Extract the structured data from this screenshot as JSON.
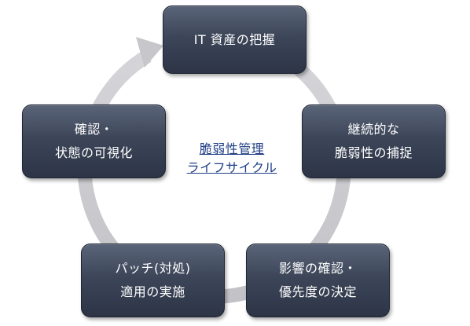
{
  "stages": [
    {
      "lines": [
        "IT 資産の把握"
      ]
    },
    {
      "lines": [
        "継続的な",
        "脆弱性の捕捉"
      ]
    },
    {
      "lines": [
        "影響の確認・",
        "優先度の決定"
      ]
    },
    {
      "lines": [
        "パッチ(対処)",
        "適用の実施"
      ]
    },
    {
      "lines": [
        "確認・",
        "状態の可視化"
      ]
    }
  ],
  "center": {
    "line1": "脆弱性管理",
    "line2": "ライフサイクル"
  },
  "colors": {
    "box_top": "#5a6478",
    "box_bottom": "#2c3446",
    "ring": "#cdcdd1",
    "center_text": "#1f3f86"
  }
}
